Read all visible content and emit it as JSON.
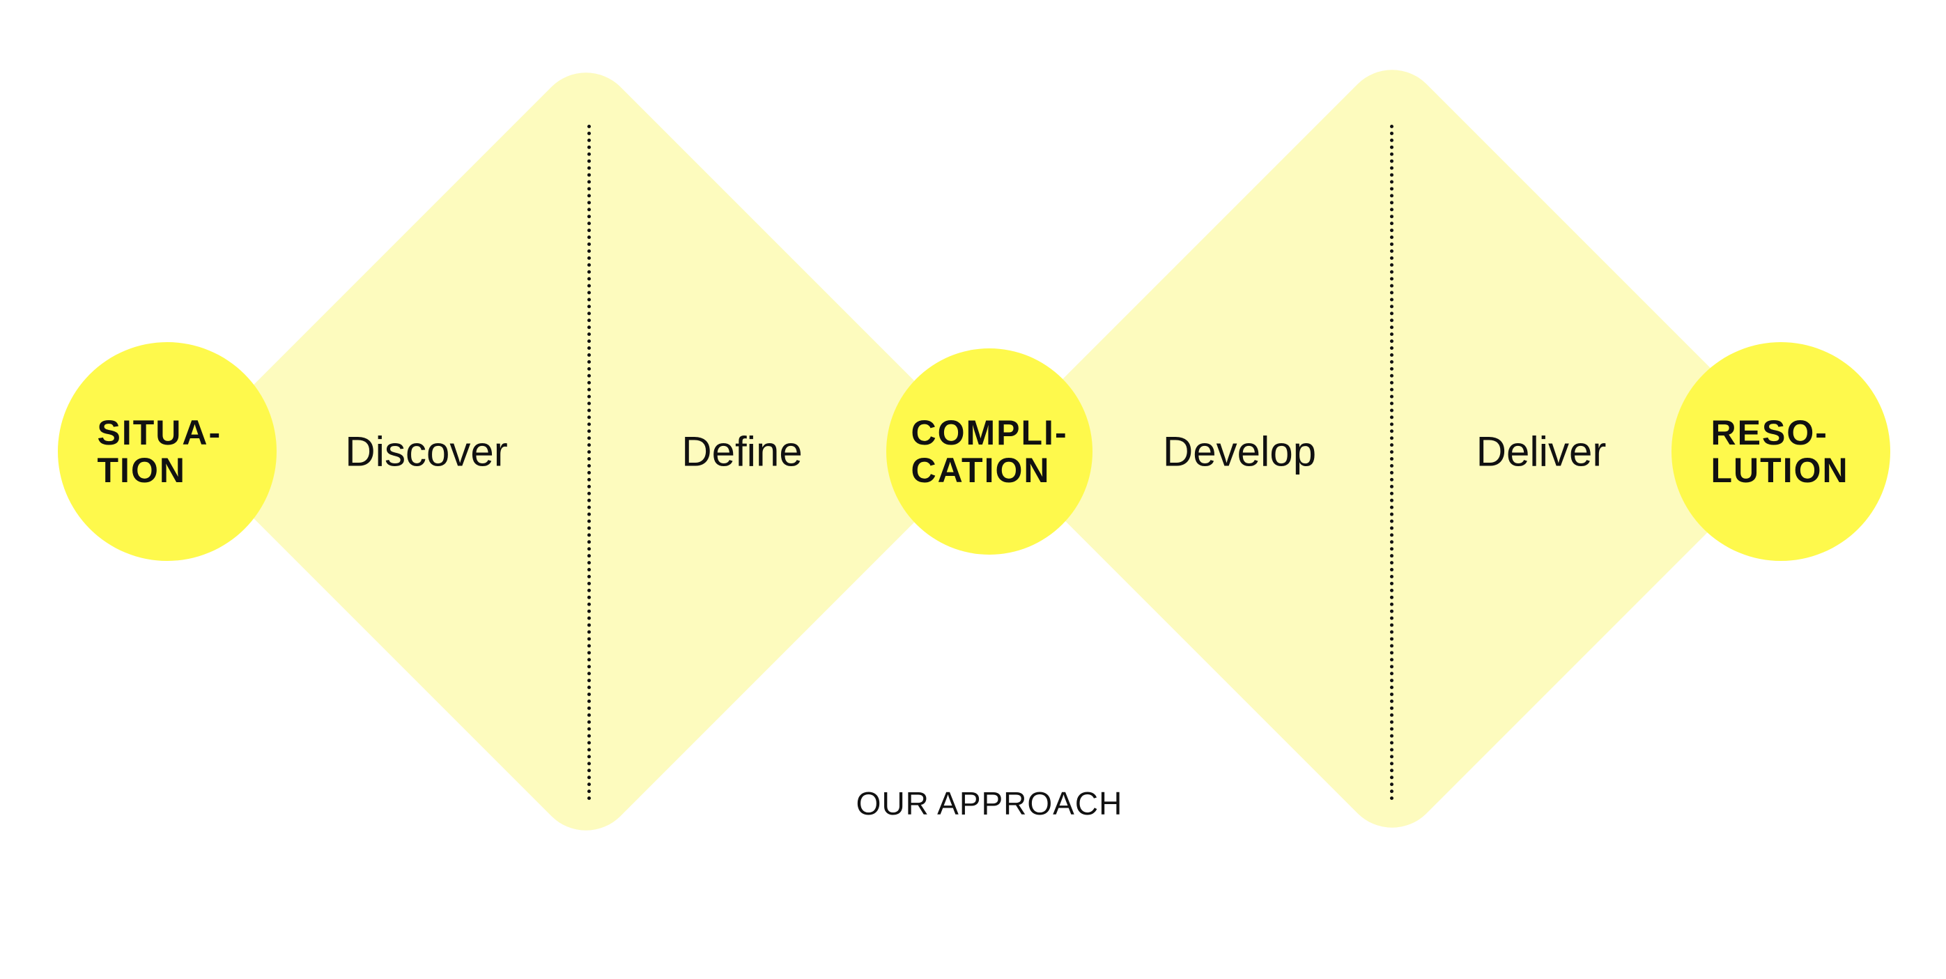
{
  "colors": {
    "diamond": "#FDFBBE",
    "circle": "#FEF94C",
    "text": "#111111"
  },
  "milestones": [
    {
      "line1": "SITUA-",
      "line2": "TION"
    },
    {
      "line1": "COMPLI-",
      "line2": "CATION"
    },
    {
      "line1": "RESO-",
      "line2": "LUTION"
    }
  ],
  "phases": [
    "Discover",
    "Define",
    "Develop",
    "Deliver"
  ],
  "caption": "OUR APPROACH"
}
